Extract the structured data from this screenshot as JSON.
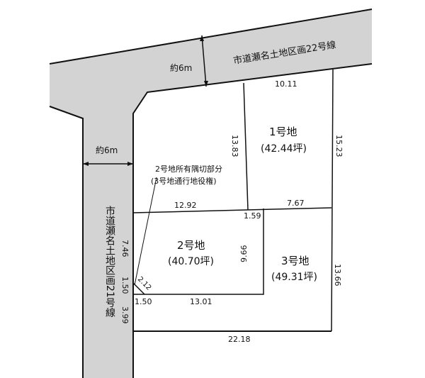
{
  "roads": {
    "north": {
      "name": "市道瀬名土地区画22号線",
      "width": "約6m"
    },
    "west": {
      "name": "市道瀬名土地区画21号線",
      "width": "約6m"
    }
  },
  "lots": [
    {
      "id": "1",
      "name": "1号地",
      "area": "(42.44坪)"
    },
    {
      "id": "2",
      "name": "2号地",
      "area": "(40.70坪)"
    },
    {
      "id": "3",
      "name": "3号地",
      "area": "(49.31坪)"
    }
  ],
  "annotation": {
    "line1": "2号地所有隅切部分",
    "line2": "(3号地通行地役権)"
  },
  "dimensions": {
    "lot1_top": "10.11",
    "lot1_left": "13.83",
    "lot1_right": "15.23",
    "lot1_bottom": "7.67",
    "lot2_top": "12.92",
    "lot2_notch": "1.59",
    "lot2_right": "9.66",
    "lot2_bottom": "13.01",
    "corner_cut_bottom": "1.50",
    "corner_cut_diag": "2.12",
    "west_746": "7.46",
    "west_150": "1.50",
    "west_399": "3.99",
    "lot3_right": "13.66",
    "lot3_bottom": "22.18"
  },
  "colors": {
    "road": "#d3d3d3",
    "line": "#111111",
    "background": "#ffffff"
  }
}
